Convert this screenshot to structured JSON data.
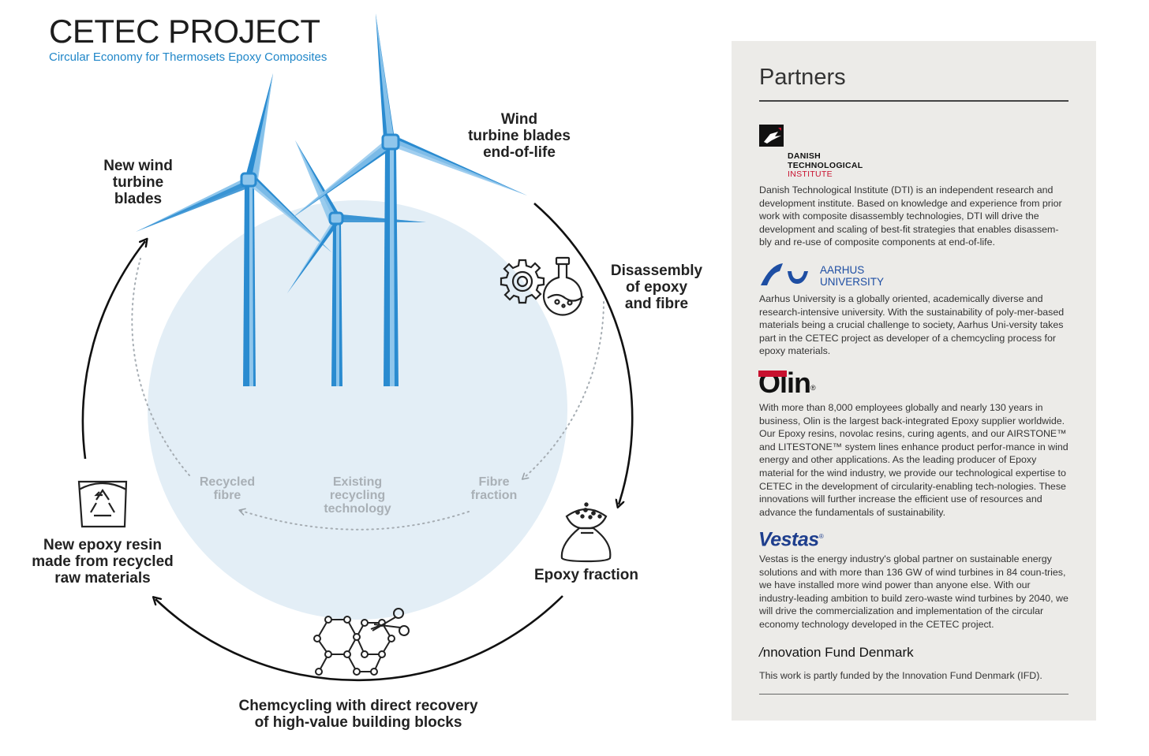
{
  "header": {
    "title": "CETEC PROJECT",
    "subtitle": "Circular Economy for Thermosets Epoxy Composites"
  },
  "diagram": {
    "steps": {
      "new_blades": "New wind\nturbine\nblades",
      "end_of_life": "Wind\nturbine blades\nend-of-life",
      "disassembly": "Disassembly\nof epoxy\nand fibre",
      "epoxy_fraction": "Epoxy fraction",
      "chemcycling": "Chemcycling with direct recovery\nof high-value building blocks",
      "new_resin": "New epoxy resin\nmade from recycled\nraw materials"
    },
    "existing": {
      "recycled_fibre": "Recycled\nfibre",
      "existing_tech": "Existing\nrecycling\ntechnology",
      "fibre_fraction": "Fibre\nfraction"
    },
    "icons": [
      "gear-icon",
      "flask-icon",
      "sack-icon",
      "molecule-icon",
      "scissors-icon",
      "recycle-bucket-icon",
      "wind-turbine-icon"
    ],
    "colors": {
      "turbine_blue": "#2a8bd0",
      "turbine_light": "#8fc6ec",
      "circle_fill": "#e3eef6",
      "accent_text": "#1f86c8",
      "panel_bg": "#ecebe8"
    }
  },
  "partners": {
    "heading": "Partners",
    "dti": {
      "name_line1": "DANISH",
      "name_line2": "TECHNOLOGICAL",
      "name_line3": "INSTITUTE",
      "text": "Danish Technological Institute (DTI) is an independent research and development institute. Based on knowledge and experience from prior work with composite disassembly technologies, DTI will drive the development and scaling of best-fit strategies that enables disassem-bly and re-use of composite components at end-of-life."
    },
    "aarhus": {
      "name_line1": "AARHUS",
      "name_line2": "UNIVERSITY",
      "text": "Aarhus University is a globally oriented, academically diverse and research-intensive university. With the sustainability of poly-mer-based materials being a crucial challenge to society, Aarhus Uni-versity takes part in the CETEC project as developer of a chemcycling process for epoxy materials."
    },
    "olin": {
      "logo": "Olin",
      "mark": "®",
      "text": "With more than 8,000 employees globally and nearly 130 years in business, Olin is the largest back-integrated Epoxy supplier worldwide.  Our Epoxy resins, novolac resins, curing agents, and our AIRSTONE™ and LITESTONE™ system lines enhance product perfor-mance in wind energy and other applications. As the leading producer of Epoxy material for the wind industry, we provide our technological expertise to CETEC in the development of circularity-enabling tech-nologies. These innovations will further increase the efficient use of resources and advance the fundamentals of sustainability."
    },
    "vestas": {
      "logo": "Vestas",
      "mark": "®",
      "text": "Vestas is the energy industry's global partner on sustainable energy solutions and with more than 136 GW of wind turbines in 84 coun-tries, we have installed more wind power than anyone else. With our industry-leading ambition to build zero-waste wind turbines by 2040, we will drive the commercialization and implementation of the circular economy technology developed in the CETEC project."
    },
    "ifd": {
      "slash": "/",
      "name": "nnovation Fund Denmark",
      "text": "This work is partly funded by the Innovation Fund Denmark (IFD)."
    }
  }
}
